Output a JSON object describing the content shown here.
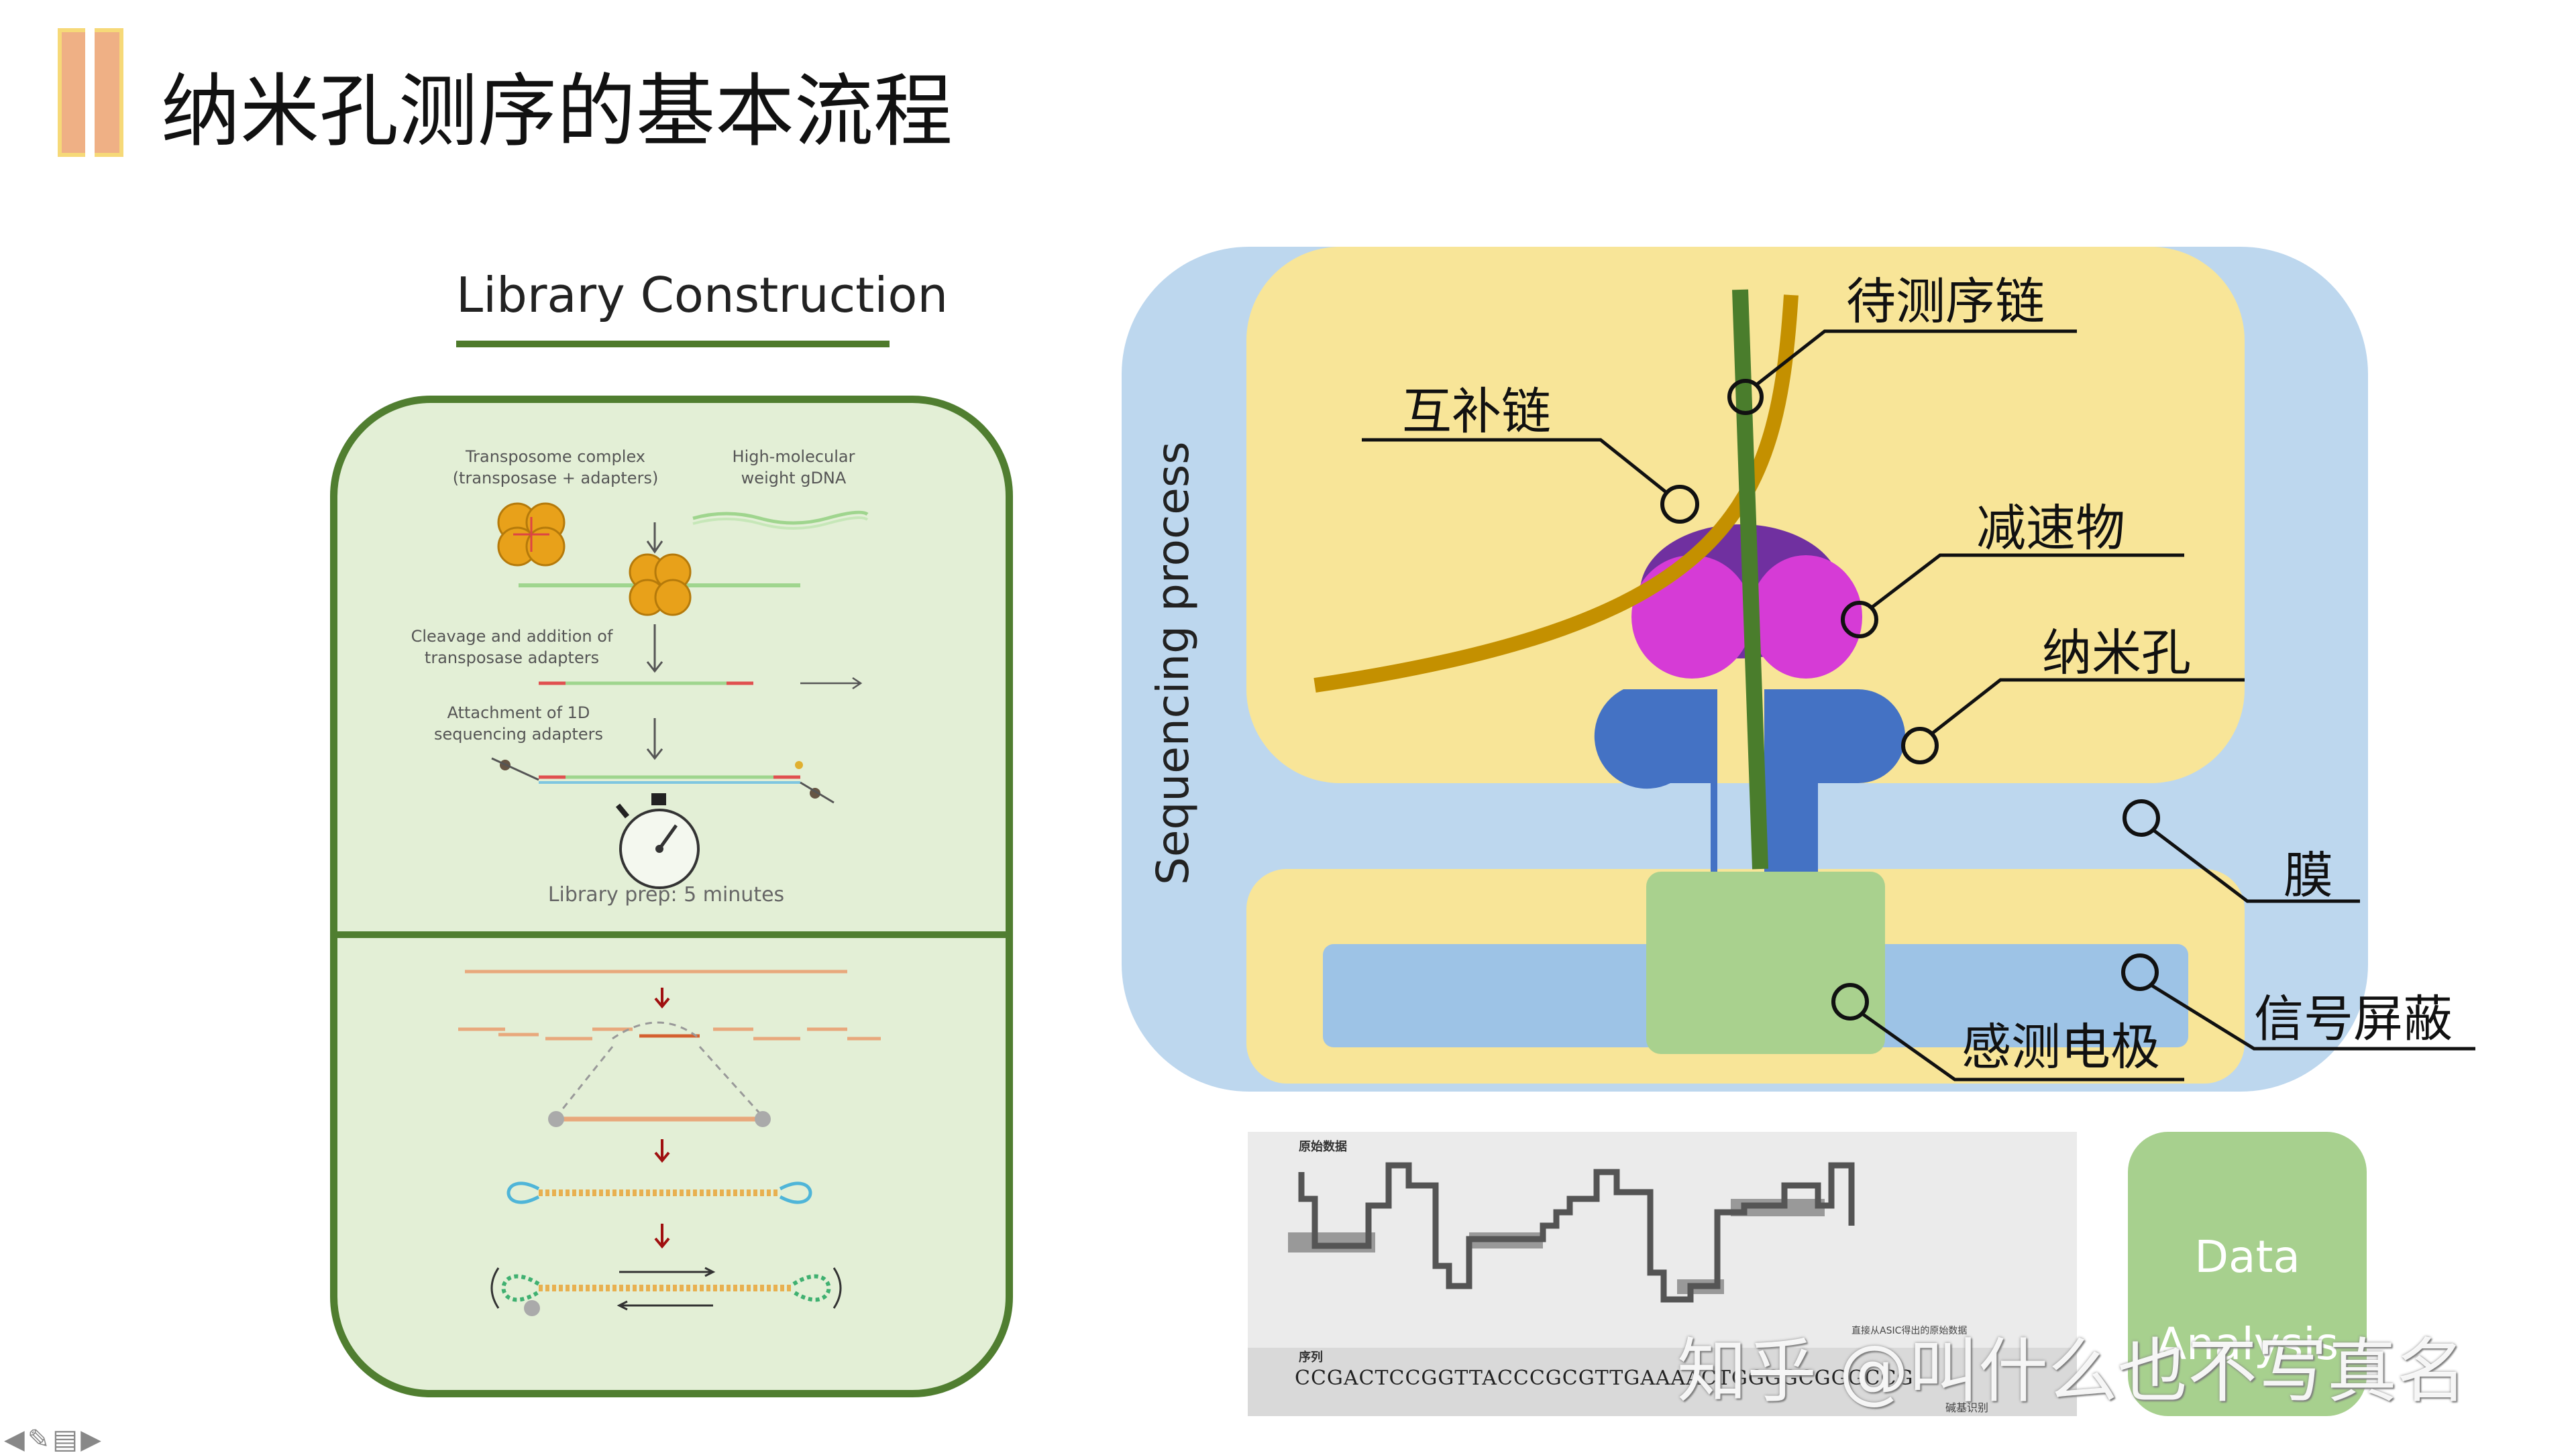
{
  "page": {
    "title": "纳米孔测序的基本流程"
  },
  "library": {
    "title": "Library Construction",
    "transposome_label": "Transposome complex\n(transposase + adapters)",
    "gdna_label": "High-molecular\nweight gDNA",
    "cleavage_label": "Cleavage and addition of\ntransposase adapters",
    "attachment_label": "Attachment of 1D\nsequencing adapters",
    "prep_time": "Library prep: 5 minutes"
  },
  "sequencing": {
    "axis_label": "Sequencing process",
    "labels": {
      "target_strand": "待测序链",
      "complement_strand": "互补链",
      "speed_reducer": "减速物",
      "nanopore": "纳米孔",
      "membrane": "膜",
      "signal_shield": "信号屏蔽",
      "sensing_electrode": "感测电极"
    }
  },
  "signal": {
    "raw_label": "原始数据",
    "asic_note": "直接从ASIC得出的原始数据",
    "seq_label": "序列",
    "sequence": "CCGACTCCGGTTACCCGCGTTGAAAACTGGGGCGGGCCG",
    "basecall_label": "碱基识别"
  },
  "analysis": {
    "label": "Data Analysis"
  },
  "watermark": "知乎 @叫什么也不写真名",
  "colors": {
    "title_accent": "#efb085",
    "panel_green": "#507e30",
    "panel_fill": "#e3efd6",
    "outer_blue": "#bdd7ee",
    "inner_yellow": "#f8e598",
    "strand_green": "#4a7d2c",
    "complement_gold": "#c49000",
    "reducer_purple": "#7030a0",
    "reducer_magenta": "#d63bd6",
    "nanopore_blue": "#4472c4",
    "electrode_green": "#a9d18e"
  }
}
